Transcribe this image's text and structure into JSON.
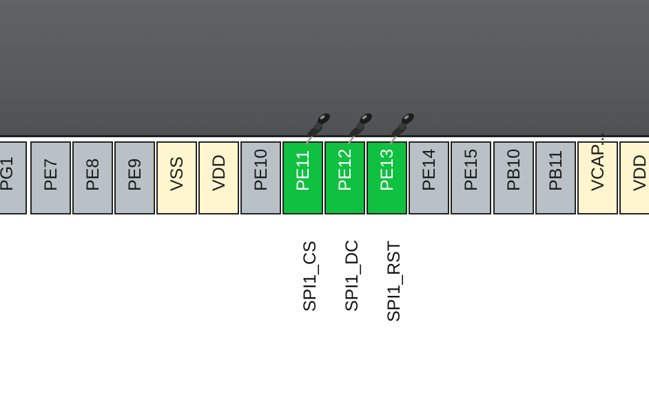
{
  "pins": [
    {
      "label": "PG1",
      "kind": "io"
    },
    {
      "label": "PE7",
      "kind": "io"
    },
    {
      "label": "PE8",
      "kind": "io"
    },
    {
      "label": "PE9",
      "kind": "io"
    },
    {
      "label": "VSS",
      "kind": "power"
    },
    {
      "label": "VDD",
      "kind": "power"
    },
    {
      "label": "PE10",
      "kind": "io"
    },
    {
      "label": "PE11",
      "kind": "assigned",
      "signal": "SPI1_CS"
    },
    {
      "label": "PE12",
      "kind": "assigned",
      "signal": "SPI1_DC"
    },
    {
      "label": "PE13",
      "kind": "assigned",
      "signal": "SPI1_RST"
    },
    {
      "label": "PE14",
      "kind": "io"
    },
    {
      "label": "PE15",
      "kind": "io"
    },
    {
      "label": "PB10",
      "kind": "io"
    },
    {
      "label": "PB11",
      "kind": "io"
    },
    {
      "label": "VCAP...",
      "kind": "power"
    },
    {
      "label": "VDD",
      "kind": "power"
    }
  ],
  "icons": {
    "pin_locked": "pushpin-icon"
  },
  "colors": {
    "chip_body": "#585b5d",
    "io_pin": "#b9c1c6",
    "power_pin": "#fff6cf",
    "assigned_pin": "#10c040"
  }
}
